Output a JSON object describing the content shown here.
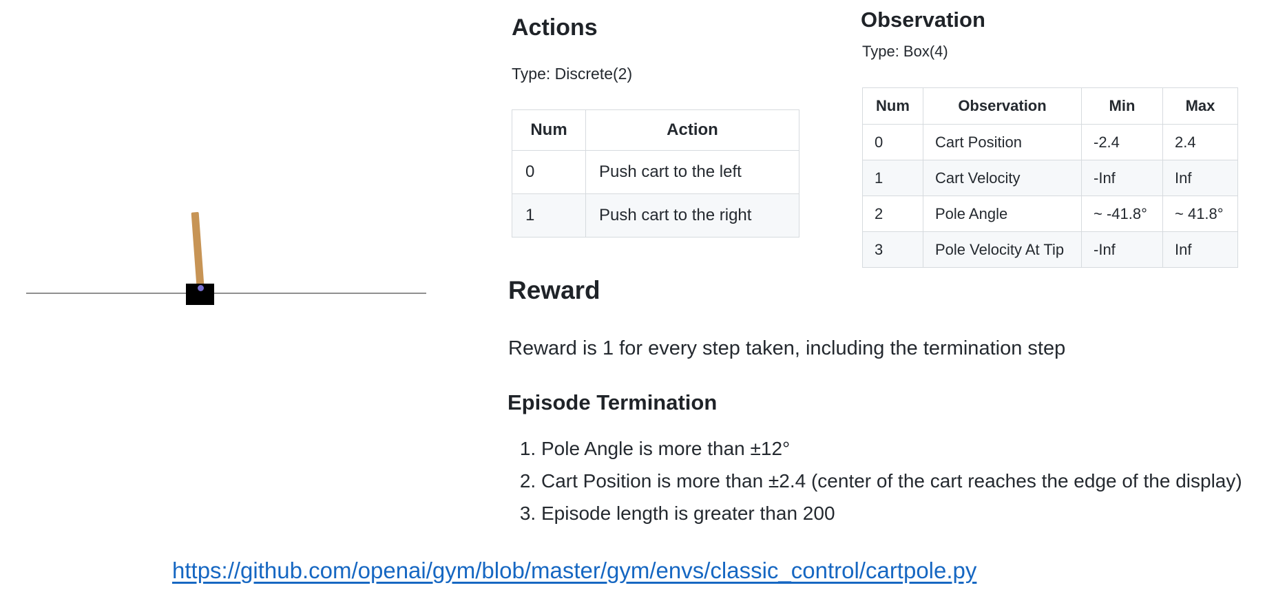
{
  "cartpole": {
    "track_color": "#8f8f8f",
    "cart_color": "#000000",
    "pole_color": "#c79455",
    "axle_color": "#776fd0"
  },
  "actions": {
    "title": "Actions",
    "type_label": "Type: Discrete(2)",
    "table": {
      "headers": [
        "Num",
        "Action"
      ],
      "rows": [
        [
          "0",
          "Push cart to the left"
        ],
        [
          "1",
          "Push cart to the right"
        ]
      ]
    }
  },
  "observation": {
    "title": "Observation",
    "type_label": "Type: Box(4)",
    "table": {
      "headers": [
        "Num",
        "Observation",
        "Min",
        "Max"
      ],
      "rows": [
        [
          "0",
          "Cart Position",
          "-2.4",
          "2.4"
        ],
        [
          "1",
          "Cart Velocity",
          "-Inf",
          "Inf"
        ],
        [
          "2",
          "Pole Angle",
          "~ -41.8°",
          "~ 41.8°"
        ],
        [
          "3",
          "Pole Velocity At Tip",
          "-Inf",
          "Inf"
        ]
      ]
    }
  },
  "reward": {
    "title": "Reward",
    "body": "Reward is 1 for every step taken, including the termination step"
  },
  "episode_termination": {
    "title": "Episode Termination",
    "items": [
      "Pole Angle is more than ±12°",
      "Cart Position is more than ±2.4 (center of the cart reaches the edge of the display)",
      "Episode length is greater than 200"
    ]
  },
  "source_link": {
    "text": "https://github.com/openai/gym/blob/master/gym/envs/classic_control/cartpole.py"
  }
}
